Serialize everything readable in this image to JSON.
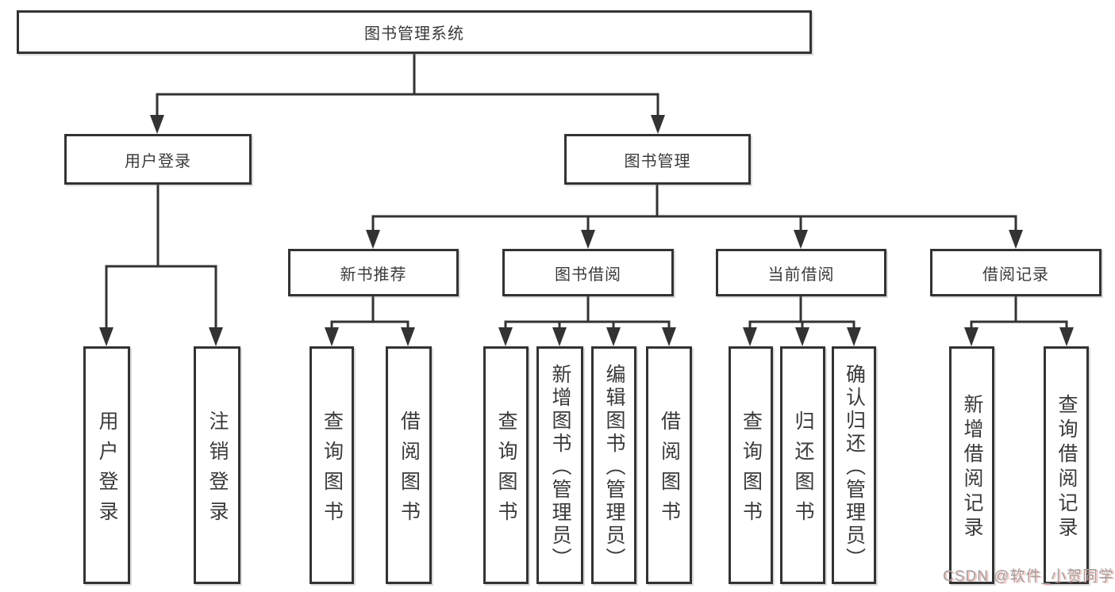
{
  "tree": {
    "root": {
      "label": "图书管理系统"
    },
    "level2": [
      {
        "label": "用户登录"
      },
      {
        "label": "图书管理"
      }
    ],
    "level3": [
      {
        "label": "新书推荐",
        "parent": "图书管理"
      },
      {
        "label": "图书借阅",
        "parent": "图书管理"
      },
      {
        "label": "当前借阅",
        "parent": "图书管理"
      },
      {
        "label": "借阅记录",
        "parent": "图书管理"
      }
    ],
    "leaves": [
      {
        "label": "用户登录",
        "parent": "用户登录"
      },
      {
        "label": "注销登录",
        "parent": "用户登录"
      },
      {
        "label": "查询图书",
        "parent": "新书推荐"
      },
      {
        "label": "借阅图书",
        "parent": "新书推荐"
      },
      {
        "label": "查询图书",
        "parent": "图书借阅"
      },
      {
        "label": "新增图书（管理员）",
        "parent": "图书借阅"
      },
      {
        "label": "编辑图书（管理员）",
        "parent": "图书借阅"
      },
      {
        "label": "借阅图书",
        "parent": "图书借阅"
      },
      {
        "label": "查询图书",
        "parent": "当前借阅"
      },
      {
        "label": "归还图书",
        "parent": "当前借阅"
      },
      {
        "label": "确认归还（管理员）",
        "parent": "当前借阅"
      },
      {
        "label": "新增借阅记录",
        "parent": "借阅记录"
      },
      {
        "label": "查询借阅记录",
        "parent": "借阅记录"
      }
    ]
  },
  "watermark": "CSDN @软件_小贺同学",
  "colors": {
    "line": "#333333",
    "text": "#3a3a3a",
    "background": "#ffffff",
    "watermark": "#a0a0a0"
  }
}
